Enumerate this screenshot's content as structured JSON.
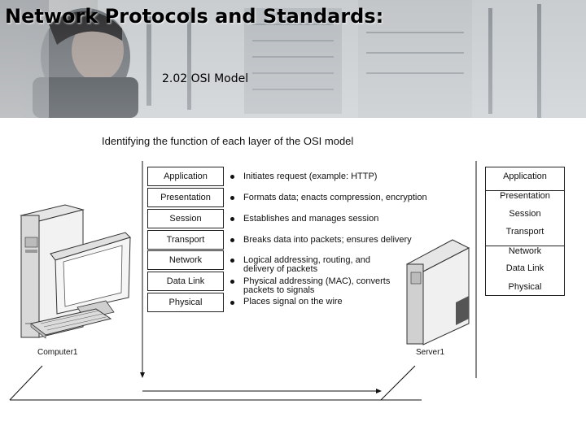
{
  "slide": {
    "title": "Network Protocols and Standards:",
    "subtitle": "2.02 OSI Model"
  },
  "figure": {
    "title": "Identifying the function of each layer of the OSI model",
    "layers": [
      {
        "name": "Application",
        "function": "Initiates request (example: HTTP)"
      },
      {
        "name": "Presentation",
        "function": "Formats data; enacts compression, encryption"
      },
      {
        "name": "Session",
        "function": "Establishes and manages session"
      },
      {
        "name": "Transport",
        "function": "Breaks data into packets; ensures delivery"
      },
      {
        "name": "Network",
        "function_line1": "Logical addressing, routing, and",
        "function_line2": "delivery of packets"
      },
      {
        "name": "Data Link",
        "function_line1": "Physical addressing (MAC), converts",
        "function_line2": "packets to signals"
      },
      {
        "name": "Physical",
        "function": "Places signal on the wire"
      }
    ],
    "right_stack": [
      "Application",
      "Presentation",
      "Session",
      "Transport",
      "Network",
      "Data Link",
      "Physical"
    ],
    "computer_label": "Computer1",
    "server_label": "Server1"
  }
}
